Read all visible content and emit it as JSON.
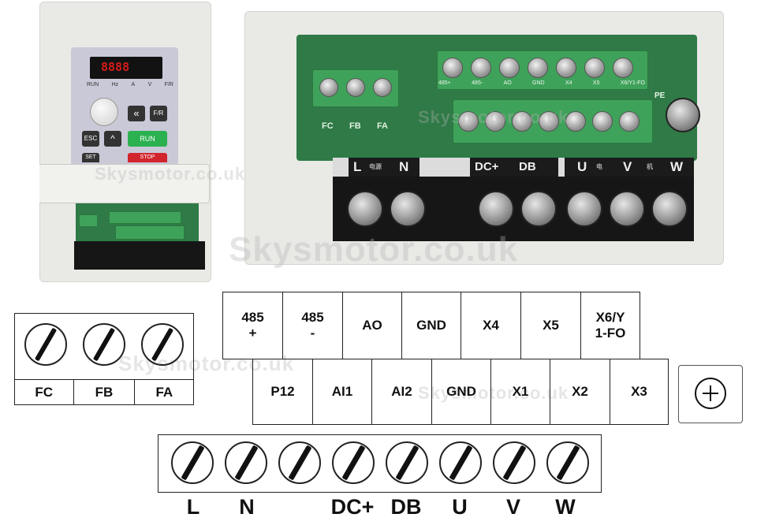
{
  "photo": {
    "keypad": {
      "leds": [
        "RUN",
        "Hz",
        "A",
        "V",
        "F/R"
      ],
      "keys": [
        "ESC",
        "F/R",
        "RUN",
        "SET",
        "STOP"
      ]
    },
    "top_terminals": [
      "485+",
      "485-",
      "AO",
      "GND",
      "X4",
      "X5",
      "X6/Y1-FO"
    ],
    "relay_terminals": [
      "FC",
      "FB",
      "FA"
    ],
    "power_labels": [
      "L",
      "N",
      "DC+",
      "DB",
      "U",
      "V",
      "W"
    ],
    "power_hanzi": [
      "电源",
      "电",
      "机"
    ],
    "pe_label": "PE"
  },
  "diagram": {
    "relay": [
      "FC",
      "FB",
      "FA"
    ],
    "top_row": [
      "485\n+",
      "485\n-",
      "AO",
      "GND",
      "X4",
      "X5",
      "X6/Y\n1-FO"
    ],
    "bottom_row": [
      "P12",
      "AI1",
      "AI2",
      "GND",
      "X1",
      "X2",
      "X3"
    ],
    "power": [
      "L",
      "N",
      "DC+",
      "DB",
      "U",
      "V",
      "W"
    ]
  },
  "watermarks": [
    "Skysmotor.co.uk",
    "Skysmotor.co.uk",
    "Skysmotor.co.uk",
    "Skysmotor.co.uk",
    "Skysmotor.co.uk"
  ]
}
